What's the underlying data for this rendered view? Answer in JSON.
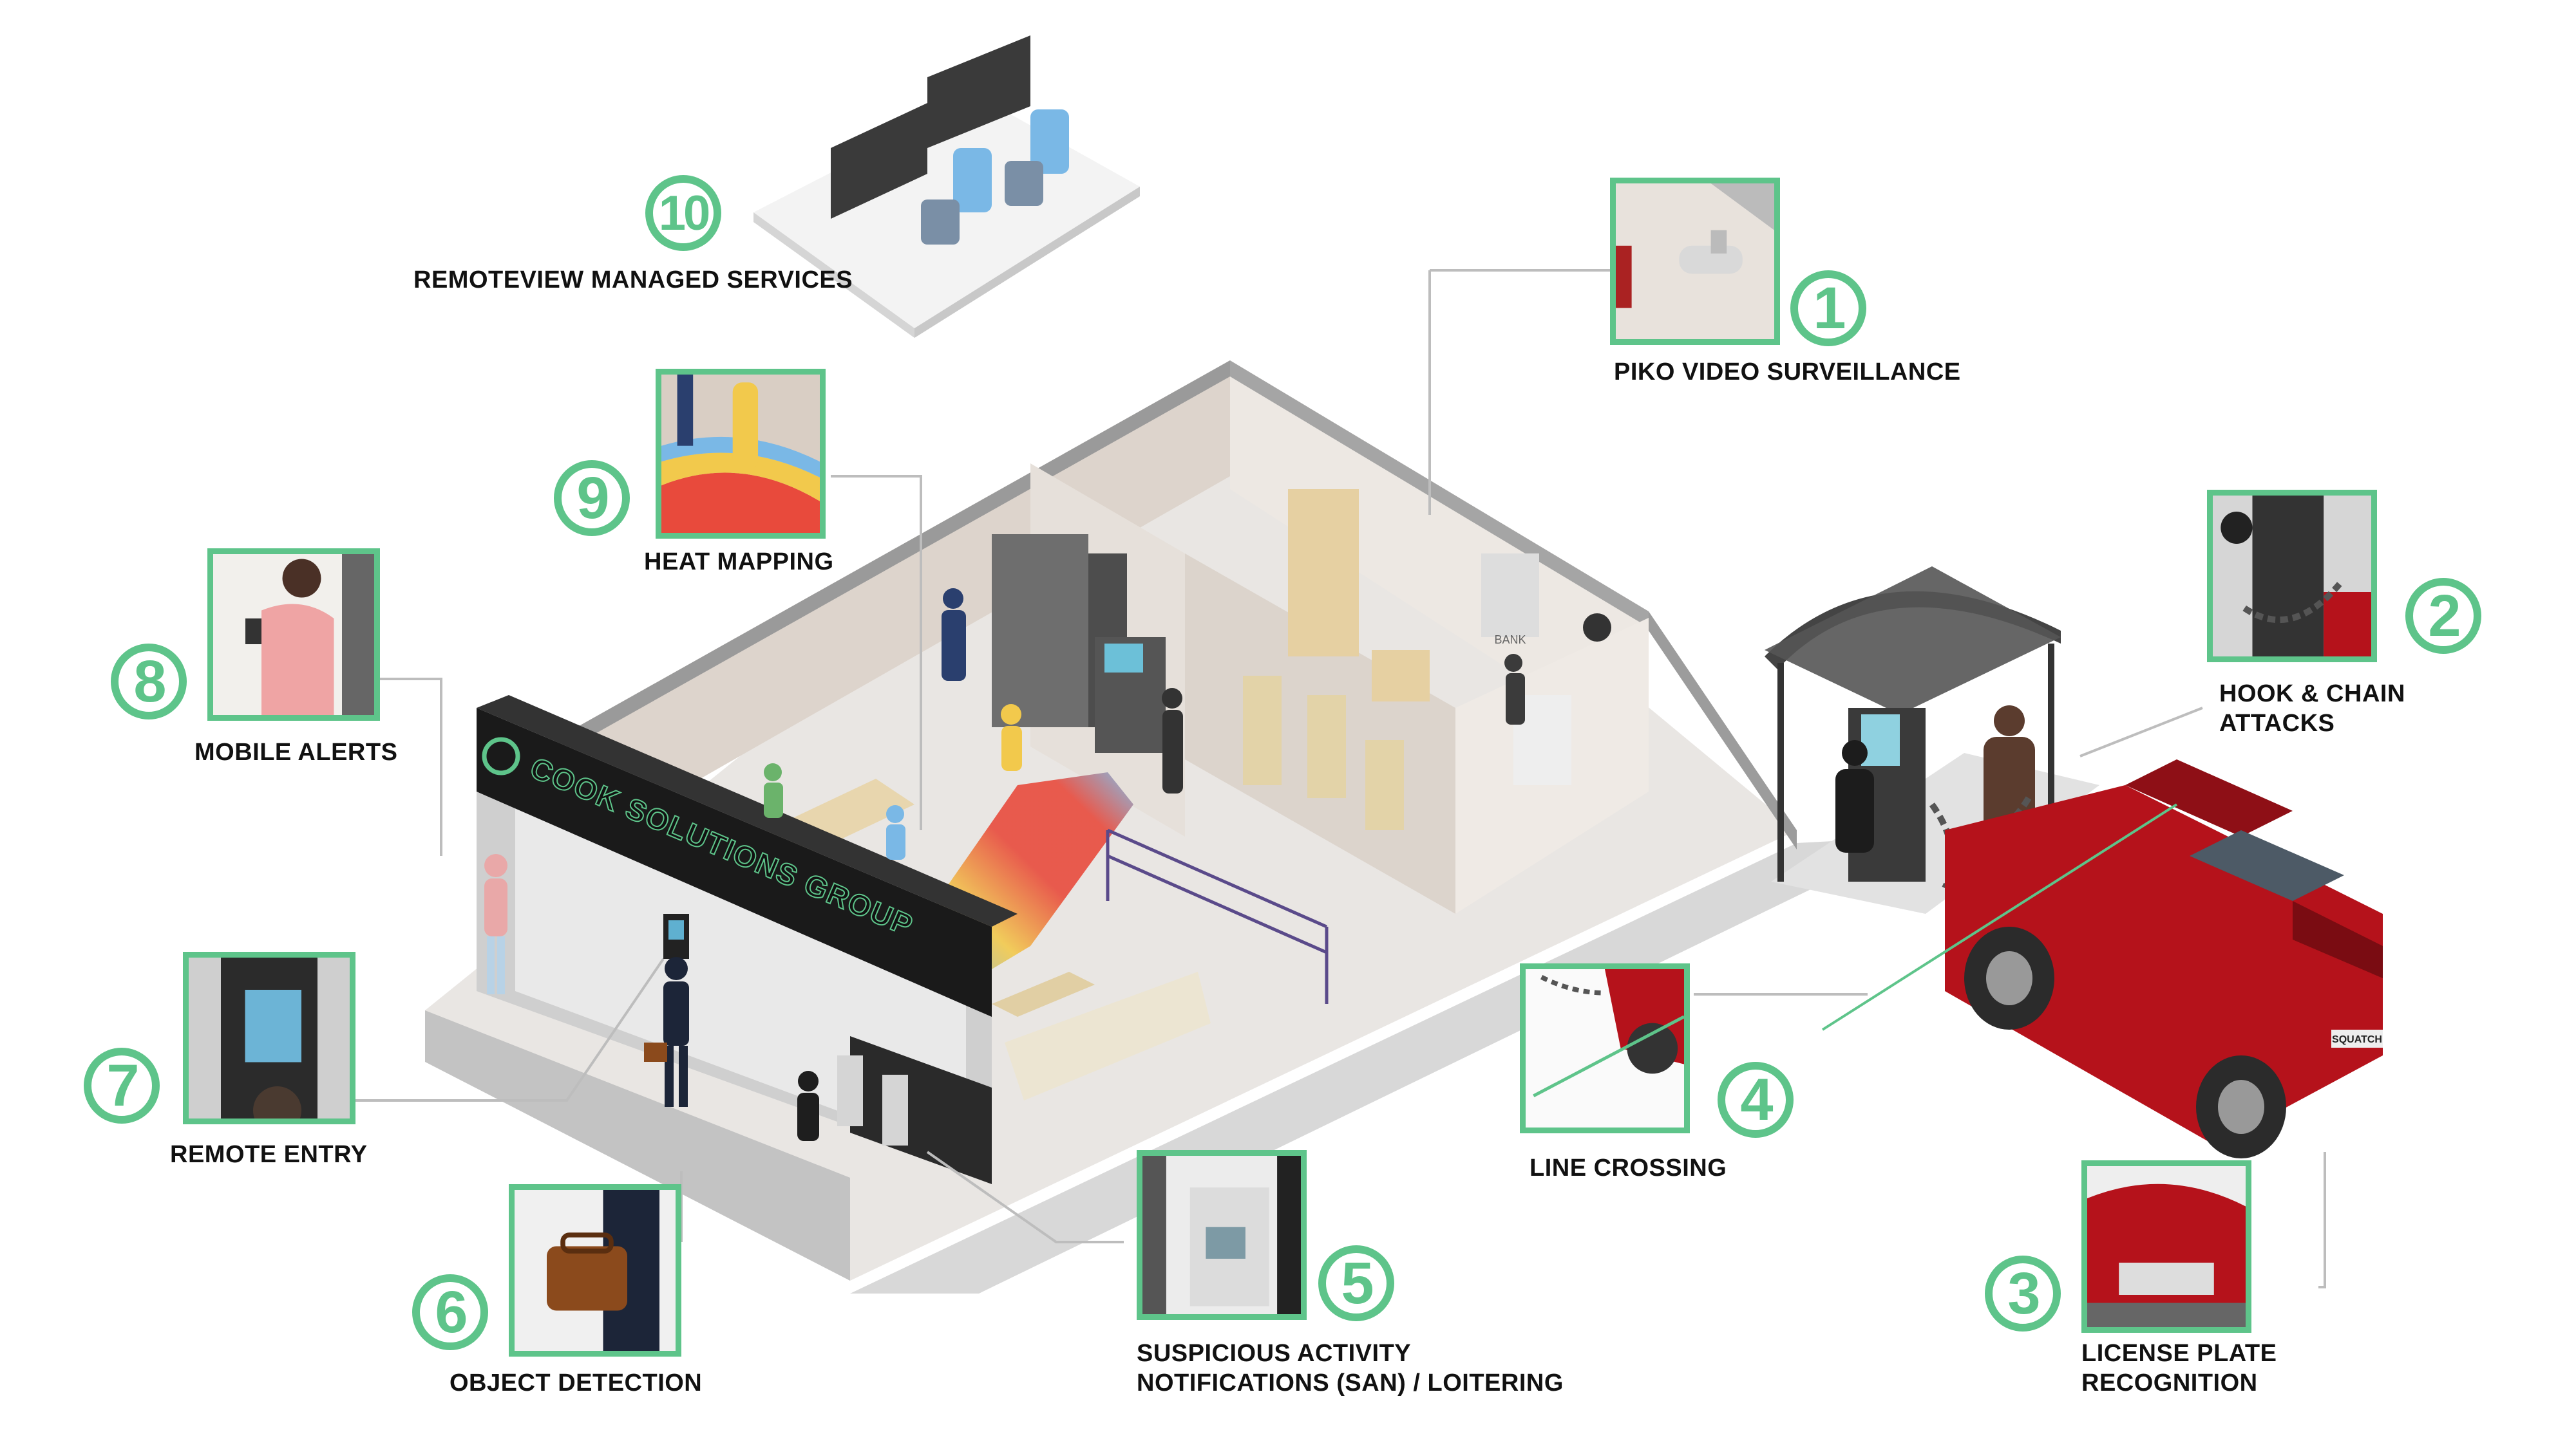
{
  "brand": {
    "sign_text": "COOK SOLUTIONS GROUP"
  },
  "labels": {
    "c1": "PIKO VIDEO SURVEILLANCE",
    "c2_line1": "HOOK & CHAIN",
    "c2_line2": "ATTACKS",
    "c3_line1": "LICENSE PLATE",
    "c3_line2": "RECOGNITION",
    "c4": "LINE CROSSING",
    "c5_line1": "SUSPICIOUS ACTIVITY",
    "c5_line2": "NOTIFICATIONS (SAN) / LOITERING",
    "c6": "OBJECT DETECTION",
    "c7": "REMOTE ENTRY",
    "c8": "MOBILE ALERTS",
    "c9": "HEAT MAPPING",
    "c10": "REMOTEVIEW MANAGED SERVICES"
  },
  "numbers": {
    "n1": "1",
    "n2": "2",
    "n3": "3",
    "n4": "4",
    "n5": "5",
    "n6": "6",
    "n7": "7",
    "n8": "8",
    "n9": "9",
    "n10": "10"
  },
  "scene_text": {
    "bank_sign": "BANK",
    "plate": "SQUATCH"
  },
  "colors": {
    "accent": "#5ec48a",
    "truck": "#b5121b",
    "sign": "#1a1a1a"
  }
}
